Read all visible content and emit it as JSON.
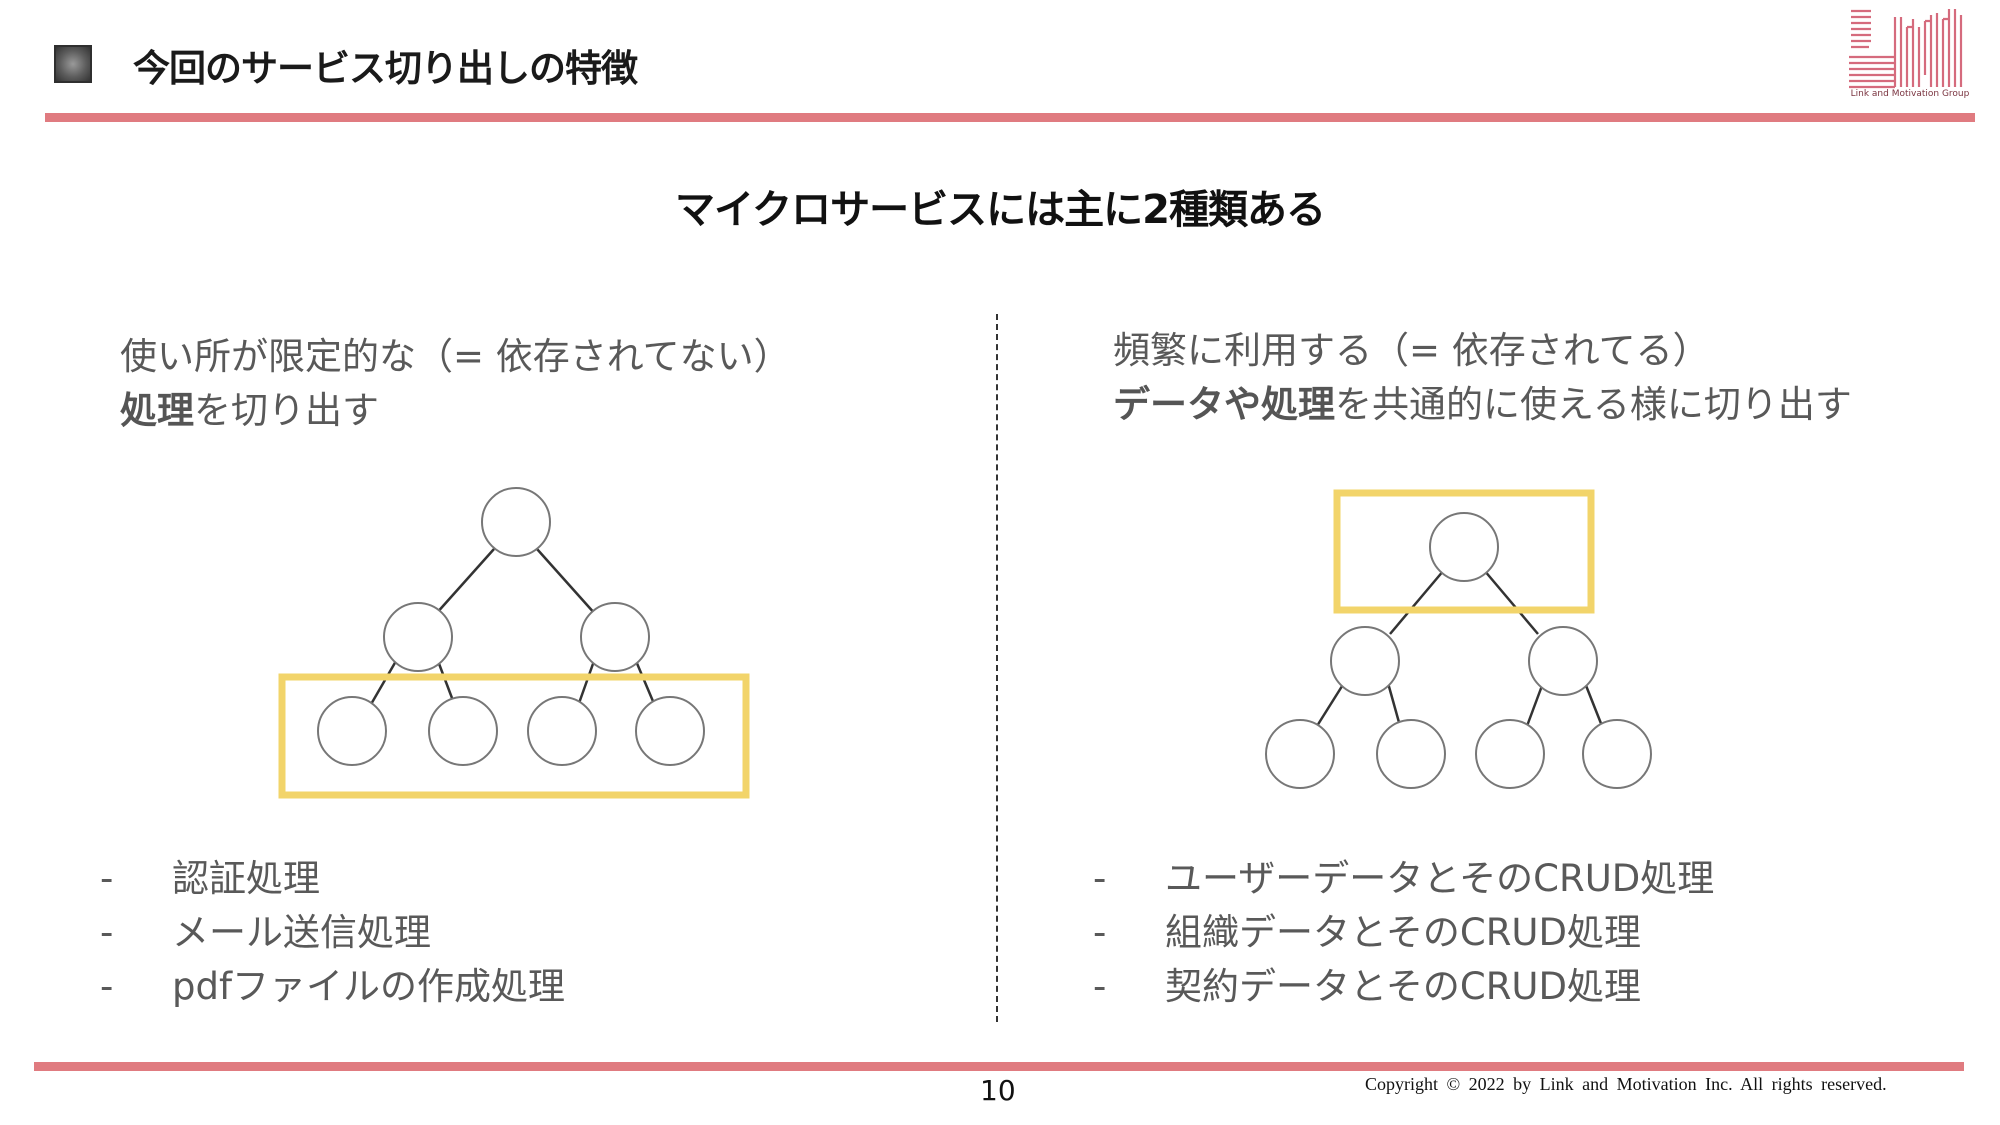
{
  "header": {
    "title": "今回のサービス切り出しの特徴",
    "logo_text": "Link and Motivation Group"
  },
  "main": {
    "subtitle": "マイクロサービスには主に2種類ある"
  },
  "left": {
    "desc_line1": "使い所が限定的な（= 依存されてない）",
    "desc_line2_bold": "処理",
    "desc_line2_rest": "を切り出す",
    "dash": "-",
    "items": [
      "認証処理",
      "メール送信処理",
      "pdfファイルの作成処理"
    ]
  },
  "right": {
    "desc_line1": "頻繁に利用する（= 依存されてる）",
    "desc_line2_bold": "データや処理",
    "desc_line2_rest": "を共通的に使える様に切り出す",
    "dash": "-",
    "items": [
      "ユーザーデータとそのCRUD処理",
      "組織データとそのCRUD処理",
      "契約データとそのCRUD処理"
    ]
  },
  "footer": {
    "page_number": "10",
    "copyright": "Copyright ©   2022  by  Link and Motivation Inc.  All  rights  reserved."
  },
  "colors": {
    "accent_rule": "#e07b80",
    "highlight_box": "#f2d46a",
    "logo": "#d56b7d"
  }
}
